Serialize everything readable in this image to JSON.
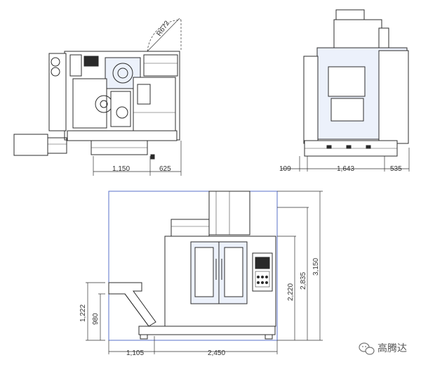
{
  "top_view": {
    "radius_label": "R672",
    "dims": [
      "1,150",
      "625"
    ]
  },
  "side_view": {
    "dims": [
      "109",
      "1,643",
      "535"
    ]
  },
  "front_view": {
    "horizontal_dims": [
      "1,105",
      "2,450"
    ],
    "vertical_dims": [
      "1,222",
      "980",
      "2,220",
      "2,835",
      "3,150"
    ]
  },
  "watermark": {
    "text": "高腾达",
    "icon": "wechat-icon"
  }
}
